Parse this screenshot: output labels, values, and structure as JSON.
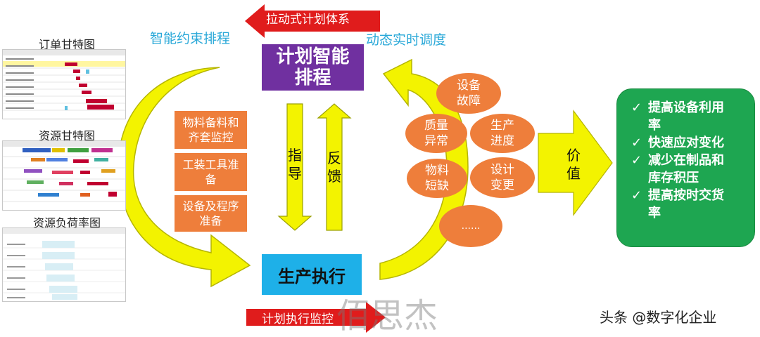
{
  "arrows": {
    "pull_system": "拉动式计划体系",
    "exec_monitor": "计划执行监控"
  },
  "labels": {
    "smart_constraint": "智能约束排程",
    "dynamic_dispatch": "动态实时调度"
  },
  "thumbnails": [
    {
      "title": "订单甘特图"
    },
    {
      "title": "资源甘特图"
    },
    {
      "title": "资源负荷率图"
    }
  ],
  "center": {
    "planning": "计划智能\n排程",
    "execution": "生产执行",
    "guide": "指\n导",
    "feedback": "反\n馈"
  },
  "prep_boxes": [
    {
      "label": "物料备料和\n齐套监控"
    },
    {
      "label": "工装工具准\n备"
    },
    {
      "label": "设备及程序\n准备"
    }
  ],
  "events": [
    {
      "label": "设备\n故障"
    },
    {
      "label": "质量\n异常"
    },
    {
      "label": "生产\n进度"
    },
    {
      "label": "物料\n短缺"
    },
    {
      "label": "设计\n变更"
    },
    {
      "label": "......"
    }
  ],
  "value_arrow": "价\n值",
  "results": [
    "提高设备利用\n率",
    "快速应对变化",
    "减少在制品和\n库存积压",
    "提高按时交货\n率"
  ],
  "watermark": "佰思杰",
  "credit": "头条 @数字化企业",
  "colors": {
    "purple": "#7030a0",
    "cyan": "#1eb0e8",
    "orange": "#ee7e3b",
    "green": "#1ea651",
    "yellow": "#ffff00",
    "red": "#e01c1c"
  }
}
